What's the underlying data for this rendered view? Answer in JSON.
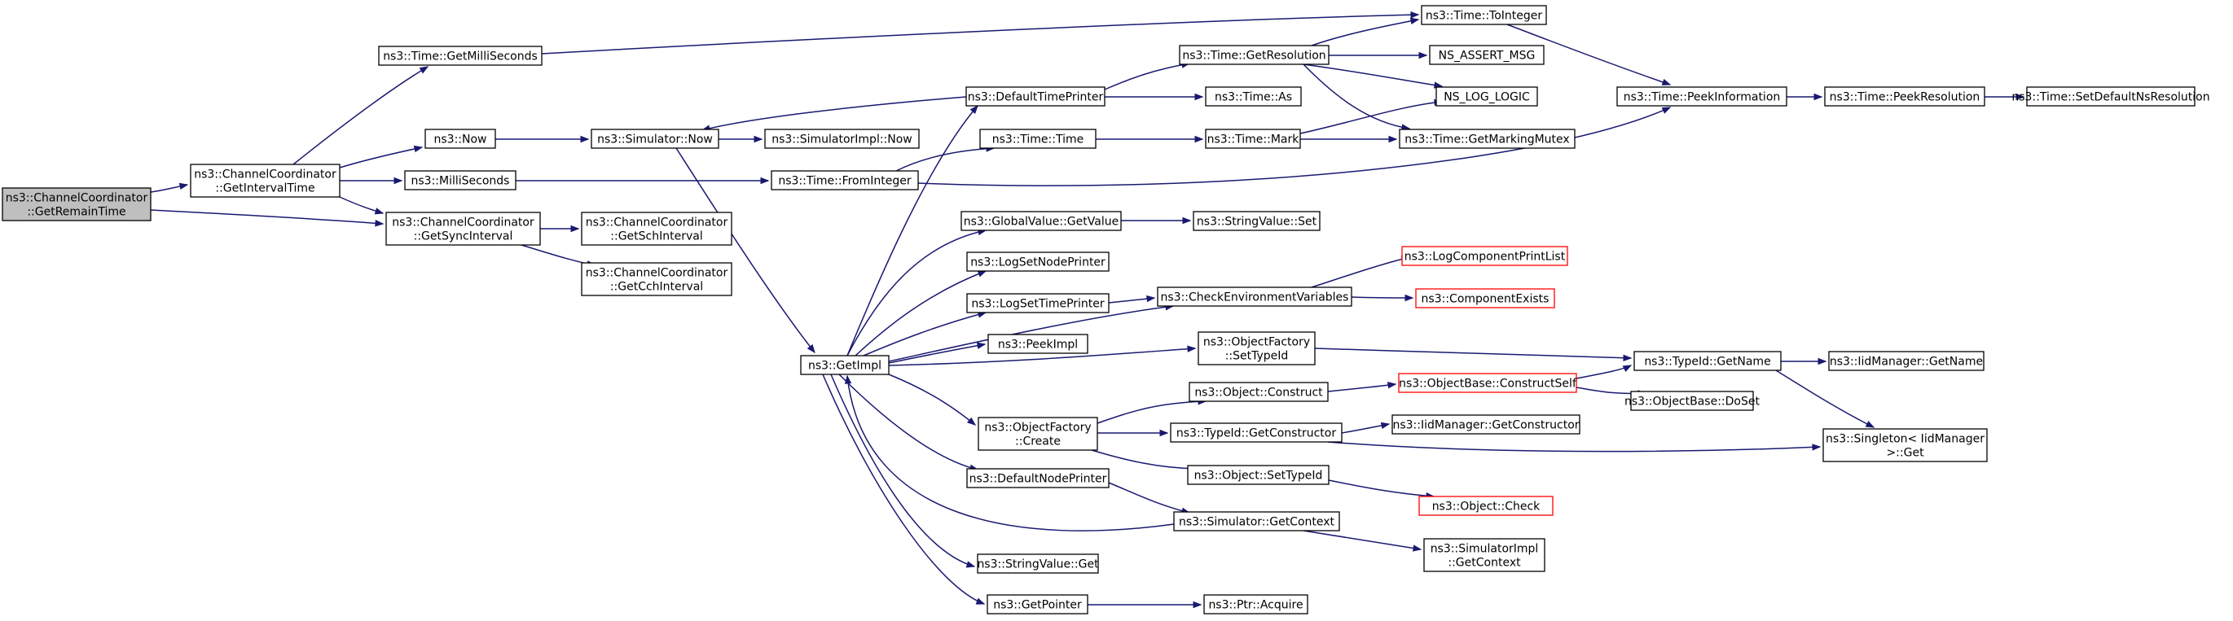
{
  "colors": {
    "edge": "#191970",
    "node_border": "#000000",
    "root_fill": "#bfbfbf",
    "truncated_border": "#ff0000",
    "background": "#ffffff"
  },
  "nodes": [
    {
      "id": "n0",
      "lines": [
        "ns3::ChannelCoordinator",
        "::GetRemainTime"
      ],
      "root": true
    },
    {
      "id": "n1",
      "lines": [
        "ns3::ChannelCoordinator",
        "::GetIntervalTime"
      ]
    },
    {
      "id": "n2",
      "lines": [
        "ns3::Time::GetMilliSeconds"
      ]
    },
    {
      "id": "n3",
      "lines": [
        "ns3::Time::ToInteger"
      ]
    },
    {
      "id": "n4",
      "lines": [
        "ns3::Time::PeekInformation"
      ]
    },
    {
      "id": "n5",
      "lines": [
        "ns3::Time::PeekResolution"
      ]
    },
    {
      "id": "n6",
      "lines": [
        "ns3::Time::SetDefaultNsResolution"
      ]
    },
    {
      "id": "n7",
      "lines": [
        "ns3::Now"
      ]
    },
    {
      "id": "n8",
      "lines": [
        "ns3::Simulator::Now"
      ]
    },
    {
      "id": "n9",
      "lines": [
        "ns3::GetImpl"
      ]
    },
    {
      "id": "n10",
      "lines": [
        "ns3::CheckEnvironmentVariables"
      ]
    },
    {
      "id": "n11",
      "lines": [
        "ns3::LogComponentPrintList"
      ],
      "truncated": true
    },
    {
      "id": "n12",
      "lines": [
        "ns3::ComponentExists"
      ],
      "truncated": true
    },
    {
      "id": "n13",
      "lines": [
        "ns3::DefaultNodePrinter"
      ]
    },
    {
      "id": "n14",
      "lines": [
        "ns3::Simulator::GetContext"
      ]
    },
    {
      "id": "n15",
      "lines": [
        "ns3::SimulatorImpl",
        "::GetContext"
      ]
    },
    {
      "id": "n16",
      "lines": [
        "ns3::DefaultTimePrinter"
      ]
    },
    {
      "id": "n17",
      "lines": [
        "ns3::Time::As"
      ]
    },
    {
      "id": "n18",
      "lines": [
        "ns3::Time::GetResolution"
      ]
    },
    {
      "id": "n19",
      "lines": [
        "NS_ASSERT_MSG"
      ]
    },
    {
      "id": "n20",
      "lines": [
        "NS_LOG_LOGIC"
      ]
    },
    {
      "id": "n21",
      "lines": [
        "ns3::Time::GetMarkingMutex"
      ]
    },
    {
      "id": "n22",
      "lines": [
        "ns3::GetPointer"
      ]
    },
    {
      "id": "n23",
      "lines": [
        "ns3::Ptr::Acquire"
      ]
    },
    {
      "id": "n24",
      "lines": [
        "ns3::GlobalValue::GetValue"
      ]
    },
    {
      "id": "n25",
      "lines": [
        "ns3::StringValue::Set"
      ]
    },
    {
      "id": "n26",
      "lines": [
        "ns3::LogSetNodePrinter"
      ]
    },
    {
      "id": "n27",
      "lines": [
        "ns3::LogSetTimePrinter"
      ]
    },
    {
      "id": "n28",
      "lines": [
        "ns3::ObjectFactory",
        "::Create"
      ]
    },
    {
      "id": "n29",
      "lines": [
        "ns3::Object::Construct"
      ]
    },
    {
      "id": "n30",
      "lines": [
        "ns3::ObjectBase::ConstructSelf"
      ],
      "truncated": true
    },
    {
      "id": "n31",
      "lines": [
        "ns3::ObjectBase::DoSet"
      ]
    },
    {
      "id": "n32",
      "lines": [
        "ns3::TypeId::GetName"
      ]
    },
    {
      "id": "n33",
      "lines": [
        "ns3::IidManager::GetName"
      ]
    },
    {
      "id": "n34",
      "lines": [
        "ns3::Singleton< IidManager",
        " >::Get"
      ]
    },
    {
      "id": "n35",
      "lines": [
        "ns3::Object::SetTypeId"
      ]
    },
    {
      "id": "n36",
      "lines": [
        "ns3::Object::Check"
      ],
      "truncated": true
    },
    {
      "id": "n37",
      "lines": [
        "ns3::TypeId::GetConstructor"
      ]
    },
    {
      "id": "n38",
      "lines": [
        "ns3::IidManager::GetConstructor"
      ]
    },
    {
      "id": "n39",
      "lines": [
        "ns3::ObjectFactory",
        "::SetTypeId"
      ]
    },
    {
      "id": "n40",
      "lines": [
        "ns3::PeekImpl"
      ]
    },
    {
      "id": "n41",
      "lines": [
        "ns3::StringValue::Get"
      ]
    },
    {
      "id": "n42",
      "lines": [
        "ns3::SimulatorImpl::Now"
      ]
    },
    {
      "id": "n43",
      "lines": [
        "ns3::Time::Mark"
      ]
    },
    {
      "id": "n44",
      "lines": [
        "ns3::MilliSeconds"
      ]
    },
    {
      "id": "n45",
      "lines": [
        "ns3::Time::FromInteger"
      ]
    },
    {
      "id": "n46",
      "lines": [
        "ns3::Time::Time"
      ]
    },
    {
      "id": "n47",
      "lines": [
        "ns3::ChannelCoordinator",
        "::GetSyncInterval"
      ]
    },
    {
      "id": "n48",
      "lines": [
        "ns3::ChannelCoordinator",
        "::GetSchInterval"
      ]
    },
    {
      "id": "n49",
      "lines": [
        "ns3::ChannelCoordinator",
        "::GetCchInterval"
      ]
    }
  ],
  "edges": [
    [
      "n0",
      "n1"
    ],
    [
      "n0",
      "n47"
    ],
    [
      "n1",
      "n2"
    ],
    [
      "n1",
      "n7"
    ],
    [
      "n1",
      "n44"
    ],
    [
      "n1",
      "n47"
    ],
    [
      "n2",
      "n3"
    ],
    [
      "n3",
      "n4"
    ],
    [
      "n4",
      "n5"
    ],
    [
      "n5",
      "n6"
    ],
    [
      "n7",
      "n8"
    ],
    [
      "n8",
      "n9"
    ],
    [
      "n8",
      "n42"
    ],
    [
      "n9",
      "n10"
    ],
    [
      "n9",
      "n13"
    ],
    [
      "n9",
      "n16"
    ],
    [
      "n9",
      "n22"
    ],
    [
      "n9",
      "n24"
    ],
    [
      "n9",
      "n26"
    ],
    [
      "n9",
      "n27"
    ],
    [
      "n9",
      "n28"
    ],
    [
      "n9",
      "n39"
    ],
    [
      "n9",
      "n40"
    ],
    [
      "n9",
      "n41"
    ],
    [
      "n10",
      "n11"
    ],
    [
      "n10",
      "n12"
    ],
    [
      "n13",
      "n14"
    ],
    [
      "n14",
      "n9"
    ],
    [
      "n14",
      "n15"
    ],
    [
      "n16",
      "n8"
    ],
    [
      "n16",
      "n17"
    ],
    [
      "n16",
      "n18"
    ],
    [
      "n18",
      "n3"
    ],
    [
      "n18",
      "n19"
    ],
    [
      "n18",
      "n20"
    ],
    [
      "n18",
      "n21"
    ],
    [
      "n22",
      "n23"
    ],
    [
      "n24",
      "n25"
    ],
    [
      "n27",
      "n10"
    ],
    [
      "n28",
      "n29"
    ],
    [
      "n28",
      "n35"
    ],
    [
      "n28",
      "n37"
    ],
    [
      "n29",
      "n30"
    ],
    [
      "n30",
      "n31"
    ],
    [
      "n30",
      "n32"
    ],
    [
      "n32",
      "n33"
    ],
    [
      "n32",
      "n34"
    ],
    [
      "n35",
      "n36"
    ],
    [
      "n37",
      "n38"
    ],
    [
      "n37",
      "n34"
    ],
    [
      "n39",
      "n32"
    ],
    [
      "n43",
      "n20"
    ],
    [
      "n43",
      "n21"
    ],
    [
      "n44",
      "n45"
    ],
    [
      "n45",
      "n4"
    ],
    [
      "n45",
      "n46"
    ],
    [
      "n46",
      "n43"
    ],
    [
      "n47",
      "n48"
    ],
    [
      "n47",
      "n49"
    ]
  ]
}
